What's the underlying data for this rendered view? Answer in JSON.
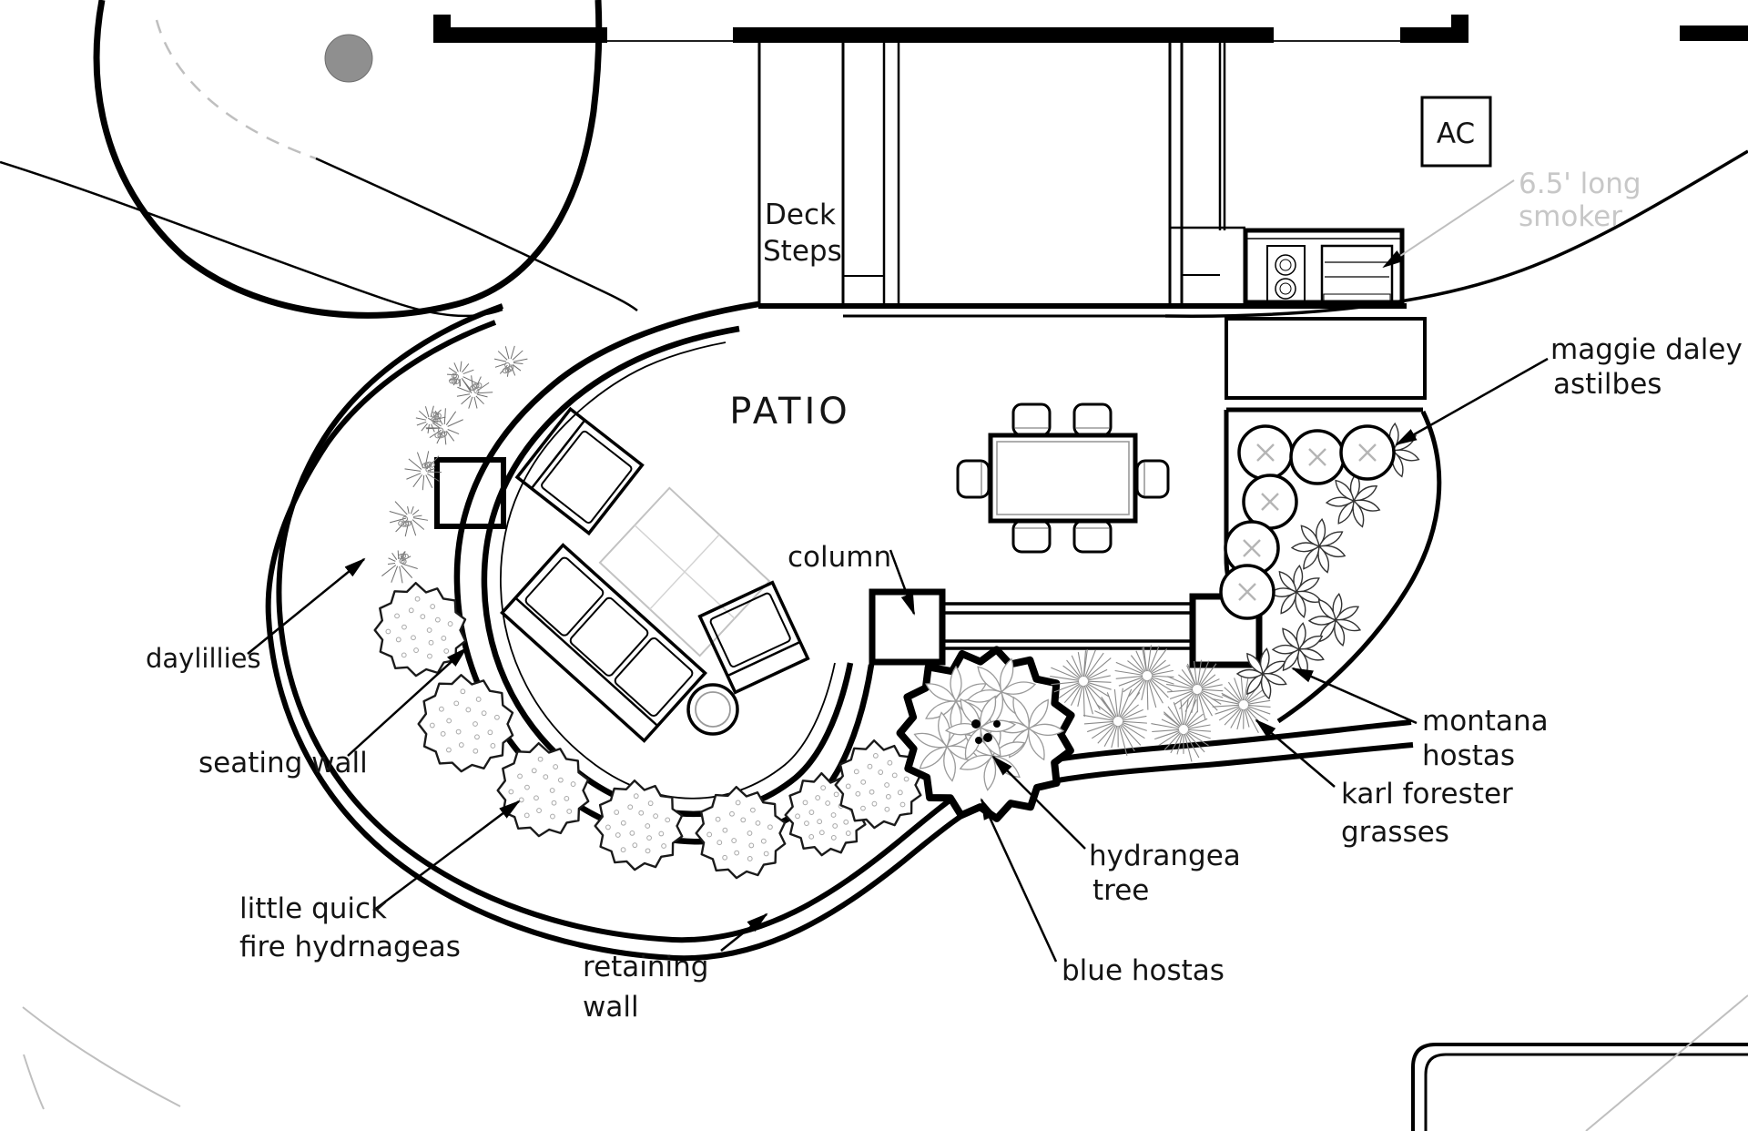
{
  "plan": {
    "type": "landscape patio plan",
    "area_label": "PATIO",
    "deck": {
      "line1": "Deck",
      "line2": "Steps"
    },
    "ac_unit": "AC",
    "smoker": {
      "line1": "6.5' long",
      "line2": "smoker"
    },
    "column_label": "column",
    "callouts": {
      "maggie": {
        "line1": "maggie daley",
        "line2": "astilbes"
      },
      "daylillies": "daylillies",
      "seating_wall": "seating wall",
      "little_quick": {
        "line1": "little quick",
        "line2": "fire hydrnageas"
      },
      "retaining": {
        "line1": "retaining",
        "line2": "wall"
      },
      "blue_hostas": "blue hostas",
      "hydrangea": {
        "line1": "hydrangea",
        "line2": "tree"
      },
      "montana": {
        "line1": "montana",
        "line2": "hostas"
      },
      "karl": {
        "line1": "karl forester",
        "line2": "grasses"
      }
    },
    "plants": {
      "astilbe_circles": 6,
      "hydrangea_shrubs": 7,
      "grass_clumps": 6,
      "hosta_rosettes": 7,
      "daylily_clumps": 8
    },
    "colors": {
      "ink": "#000000",
      "light_gray": "#c7c7c7",
      "mid_gray": "#8f8f8f"
    }
  }
}
